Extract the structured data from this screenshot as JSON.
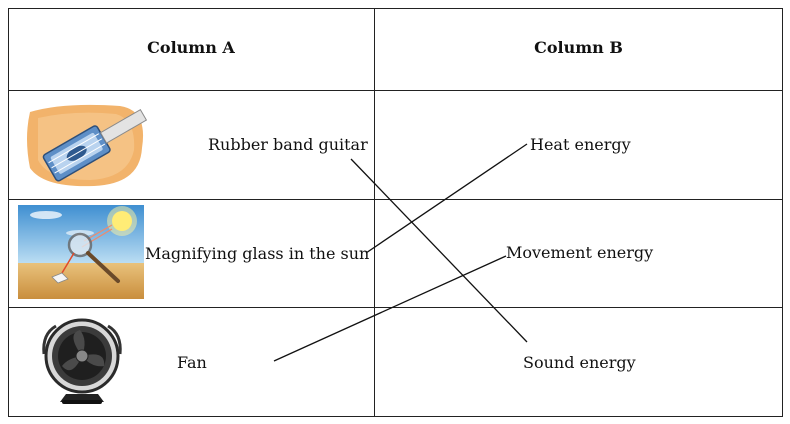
{
  "headers": {
    "column_a": "Column A",
    "column_b": "Column B"
  },
  "column_a": [
    {
      "label": "Rubber band guitar",
      "icon": "rubber-band-guitar-image"
    },
    {
      "label": "Magnifying glass in the sun",
      "icon": "magnifying-glass-sun-image"
    },
    {
      "label": "Fan",
      "icon": "fan-image"
    }
  ],
  "column_b": [
    {
      "label": "Heat energy"
    },
    {
      "label": "Movement energy"
    },
    {
      "label": "Sound energy"
    }
  ],
  "matches": [
    {
      "from": "Rubber band guitar",
      "to": "Sound energy"
    },
    {
      "from": "Magnifying glass in the sun",
      "to": "Heat energy"
    },
    {
      "from": "Fan",
      "to": "Movement energy"
    }
  ]
}
